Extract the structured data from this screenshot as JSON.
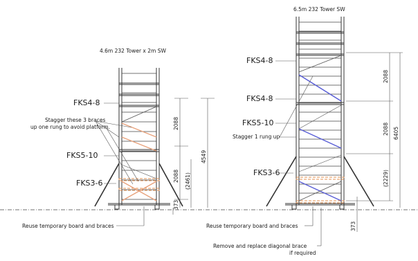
{
  "colors": {
    "line": "#333333",
    "brace_left": "#e8a27c",
    "brace_right": "#5a5fd6",
    "board": "#e39050"
  },
  "left_tower": {
    "title": "4.6m 232 Tower x 2m SW",
    "labels": {
      "fks4_8": "FKS4-8",
      "fks5_10": "FKS5-10",
      "fks3_6": "FKS3-6"
    },
    "note_stagger_line1": "Stagger these 3 braces",
    "note_stagger_line2": "up one rung to avoid platform.",
    "note_reuse": "Reuse temporary board and braces",
    "dims": {
      "upper": "2088",
      "lower": "2088",
      "platform": "(2461)",
      "base": "373",
      "total": "4549"
    }
  },
  "right_tower": {
    "title": "6.5m 232 Tower SW",
    "labels": {
      "fks4_8_top": "FKS4-8",
      "fks4_8_mid": "FKS4-8",
      "fks5_10": "FKS5-10",
      "fks3_6": "FKS3-6"
    },
    "note_stagger": "Stagger 1 rung up",
    "note_reuse": "Reuse temporary board and braces",
    "note_remove_line1": "Remove and replace diagonal brace",
    "note_remove_line2": "if required",
    "dims": {
      "upper": "2088",
      "middle": "2088",
      "lower": "(2229)",
      "base": "373",
      "total": "6405"
    }
  }
}
